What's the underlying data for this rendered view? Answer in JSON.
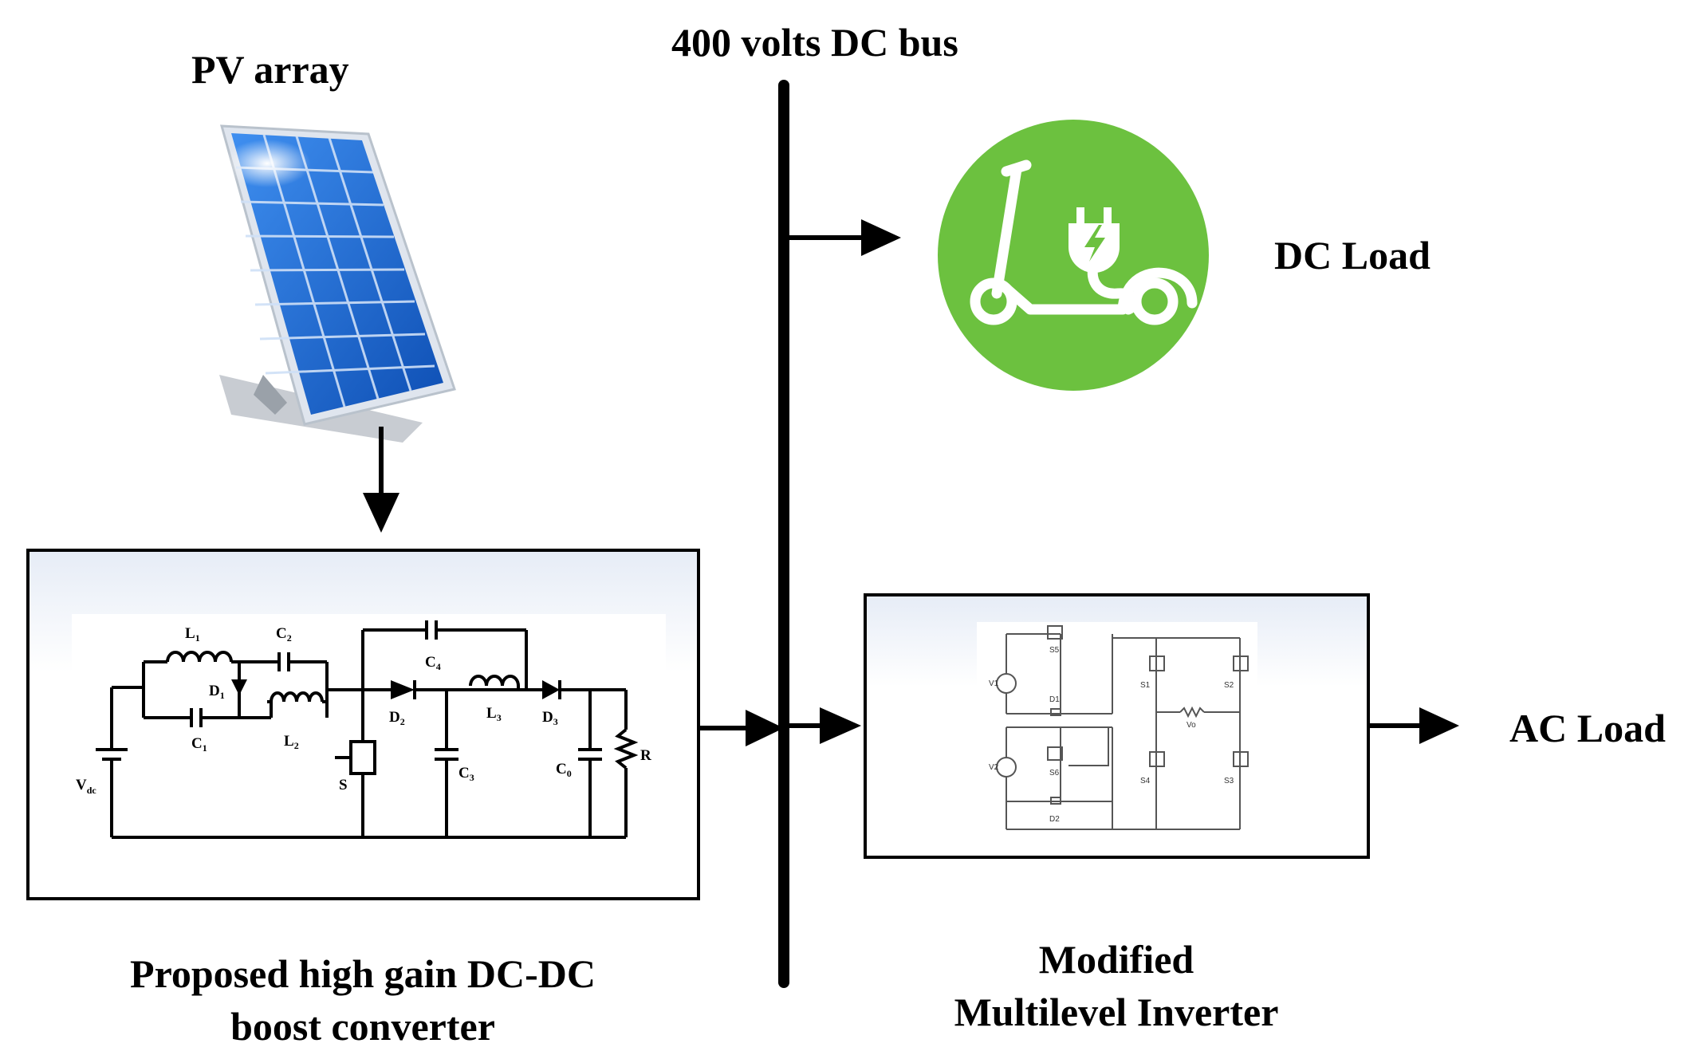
{
  "labels": {
    "pv_array": "PV array",
    "dc_bus": "400 volts DC bus",
    "dc_load": "DC Load",
    "ac_load": "AC Load",
    "converter_line1": "Proposed high gain DC-DC",
    "converter_line2": "boost converter",
    "inverter_line1": "Modified",
    "inverter_line2": "Multilevel Inverter"
  },
  "converter_circuit": {
    "source": "V",
    "source_sub": "dc",
    "components": [
      "L1",
      "C2",
      "D1",
      "C1",
      "L2",
      "C4",
      "D2",
      "L3",
      "D3",
      "C3",
      "C0",
      "R",
      "S"
    ]
  },
  "inverter_circuit": {
    "sources": [
      "V1",
      "V2"
    ],
    "switches": [
      "S5",
      "S6",
      "S1",
      "S2",
      "S4",
      "S3"
    ],
    "diodes": [
      "D1",
      "D2"
    ],
    "output": "Vo"
  },
  "colors": {
    "ev_icon": "#6cc13f",
    "panel_cell": "#1f66c8",
    "line": "#000000"
  },
  "icons": [
    "solar-panel-icon",
    "electric-scooter-charging-icon"
  ]
}
